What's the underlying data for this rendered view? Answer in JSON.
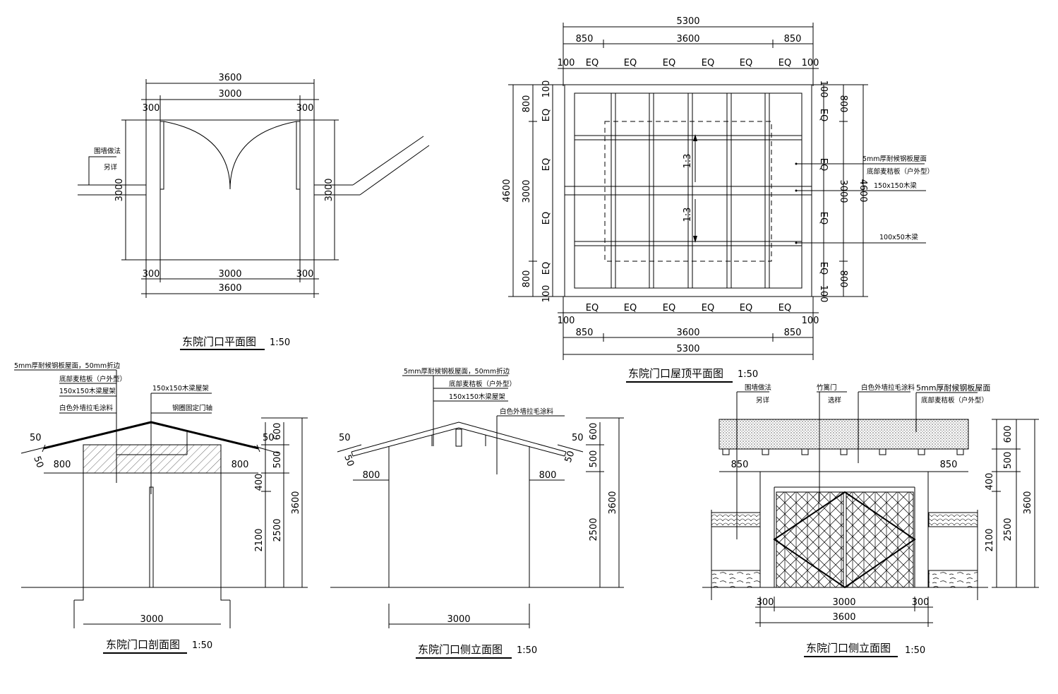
{
  "plan": {
    "title": "东院门口平面图",
    "scale": "1:50",
    "dim_3600": "3600",
    "dim_3000": "3000",
    "dim_300": "300",
    "note_wall_1": "围墙做法",
    "note_wall_2": "另详"
  },
  "roof_plan": {
    "title": "东院门口屋顶平面图",
    "scale": "1:50",
    "dim_5300": "5300",
    "dim_850": "850",
    "dim_3600": "3600",
    "dim_100": "100",
    "dim_eq": "EQ",
    "dim_800": "800",
    "dim_3000": "3000",
    "dim_4600": "4600",
    "slope": "1:3",
    "note_roof_1": "5mm厚耐候钢板屋面",
    "note_roof_2": "底部麦秸板（户外型）",
    "note_beam_big": "150x150木梁",
    "note_beam_small": "100x50木梁"
  },
  "section": {
    "title": "东院门口剖面图",
    "scale": "1:50",
    "note_1": "5mm厚耐候钢板屋面，50mm折边",
    "note_2": "底部麦秸板（户外型）",
    "note_3": "150x150木梁屋架",
    "note_4": "白色外墙拉毛涂料",
    "note_5": "150x150木梁屋架",
    "note_6": "钢圈固定门轴",
    "dim_50": "50",
    "dim_800": "800",
    "dim_600": "600",
    "dim_500": "500",
    "dim_400": "400",
    "dim_2100": "2100",
    "dim_2500": "2500",
    "dim_3600": "3600",
    "dim_3000": "3000"
  },
  "side_elev": {
    "title": "东院门口侧立面图",
    "scale": "1:50",
    "note_1": "5mm厚耐候钢板屋面，50mm折边",
    "note_2": "底部麦秸板（户外型）",
    "note_3": "150x150木梁屋架",
    "note_4": "白色外墙拉毛涂料",
    "dim_50": "50",
    "dim_800": "800",
    "dim_600": "600",
    "dim_500": "500",
    "dim_2500": "2500",
    "dim_3600": "3600",
    "dim_3000": "3000"
  },
  "front_elev": {
    "title": "东院门口侧立面图",
    "scale": "1:50",
    "note_wall_1": "围墙做法",
    "note_wall_2": "另详",
    "note_door_1": "竹篱门",
    "note_door_2": "选样",
    "note_paint": "白色外墙拉毛涂料",
    "note_roof_1": "5mm厚耐候钢板屋面",
    "note_roof_2": "底部麦秸板（户外型）",
    "dim_850": "850",
    "dim_600": "600",
    "dim_500": "500",
    "dim_400": "400",
    "dim_2100": "2100",
    "dim_2500": "2500",
    "dim_3600": "3600",
    "dim_3000": "3000",
    "dim_300": "300"
  }
}
